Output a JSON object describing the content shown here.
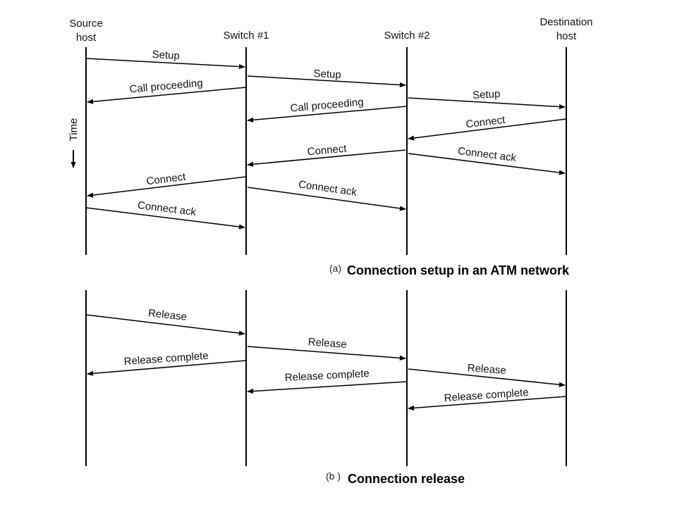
{
  "participants": {
    "source_line1": "Source",
    "source_line2": "host",
    "switch1": "Switch #1",
    "switch2": "Switch #2",
    "dest_line1": "Destination",
    "dest_line2": "host"
  },
  "time_label": "Time",
  "part_a": {
    "letter": "(a)",
    "caption": "Connection setup in an ATM network",
    "messages": {
      "m1": "Setup",
      "m2": "Setup",
      "m3": "Call proceeding",
      "m4": "Setup",
      "m5": "Call proceeding",
      "m6": "Connect",
      "m7": "Connect",
      "m8": "Connect ack",
      "m9": "Connect",
      "m10": "Connect ack",
      "m11": "Connect ack"
    }
  },
  "part_b": {
    "letter": "(b )",
    "caption": "Connection release",
    "messages": {
      "m1": "Release",
      "m2": "Release",
      "m3": "Release complete",
      "m4": "Release",
      "m5": "Release complete",
      "m6": "Release complete"
    }
  }
}
